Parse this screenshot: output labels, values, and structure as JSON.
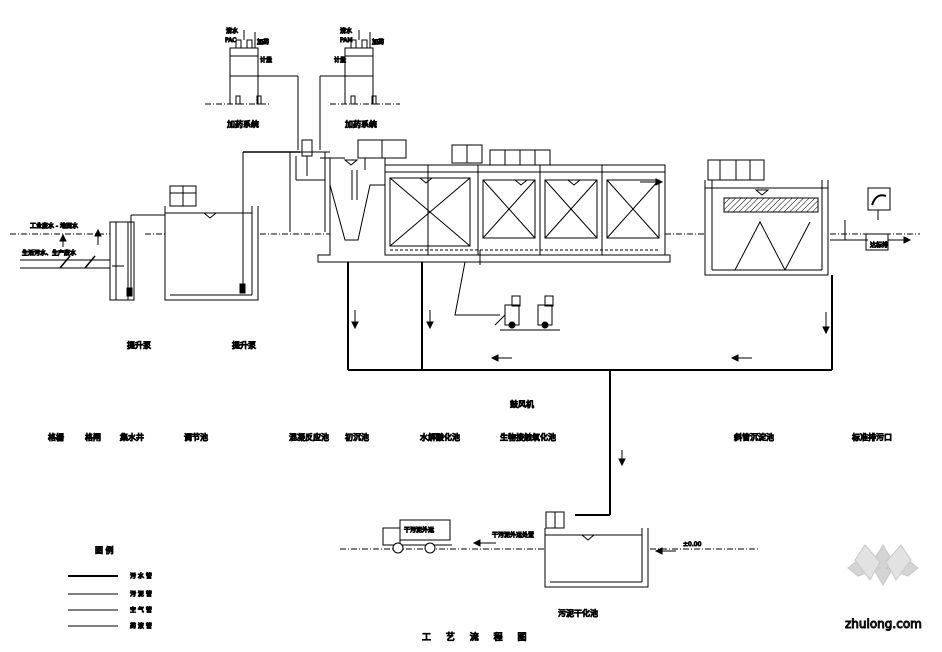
{
  "flow_labels": {
    "grille": "格栅",
    "gate": "格闸",
    "well": "集水井",
    "regulating_tank": "调节池",
    "coag_reaction_tank": "混凝反应池",
    "sedimentation_tank": "初沉池",
    "hydrolysis_tank": "水解酸化池",
    "contact_oxidation_tank": "生物接触氧化池",
    "inclined_tube_clarifier": "斜管沉淀池",
    "standard_outlet": "标准排污口",
    "lift_pump_1": "提升泵",
    "lift_pump_2": "提升泵",
    "dosing_system_1": "加药系统",
    "dosing_system_2": "加药系统",
    "blower": "鼓风机",
    "sludge_tank": "污泥干化池",
    "truck": "干污泥外运",
    "sludge_transport": "干污泥外运处置",
    "ground_level": "±0.00",
    "inlet_note_1": "生活污水、生产废水",
    "inlet_note_2": "工业废水 - 地面水",
    "discharge": "达标排"
  },
  "dosing": {
    "left": {
      "chem": "PAC",
      "water": "清水",
      "label_a": "加药",
      "label_b": "计量"
    },
    "right": {
      "chem": "PAM",
      "water": "清水",
      "label_a": "加药",
      "label_b": "计量"
    }
  },
  "legend": {
    "title": "图 例",
    "items": [
      "污 水 管",
      "污 泥 管",
      "空 气 管",
      "药 液 管"
    ]
  },
  "diagram_title": "工 艺 流 程 图",
  "watermark": "zhulong.com"
}
